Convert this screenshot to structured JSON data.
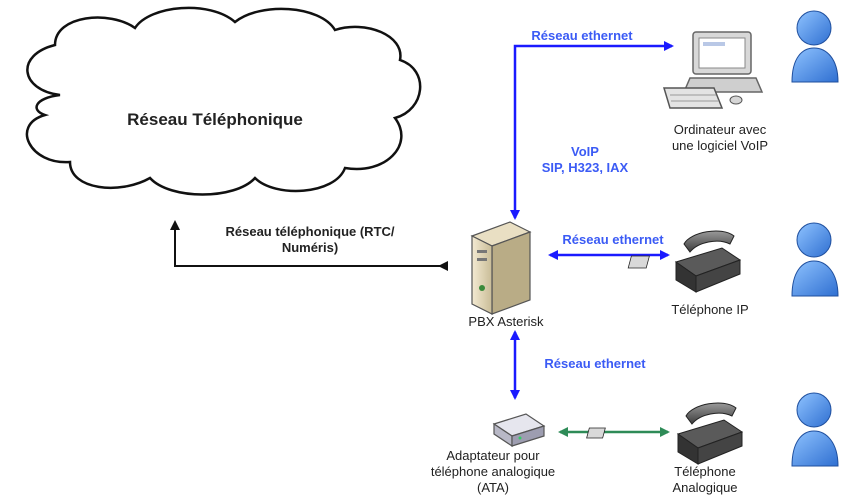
{
  "cloud": {
    "label": "Réseau Téléphonique"
  },
  "pstn_link": {
    "label_line1": "Réseau téléphonique (RTC/",
    "label_line2": "Numéris)"
  },
  "voip_protocols": {
    "line1": "VoIP",
    "line2": "SIP, H323, IAX"
  },
  "ethernet_labels": {
    "computer": "Réseau ethernet",
    "ip_phone": "Réseau ethernet",
    "ata": "Réseau ethernet"
  },
  "nodes": {
    "computer": {
      "line1": "Ordinateur avec",
      "line2": "une logiciel VoIP"
    },
    "pbx": {
      "label": "PBX Asterisk"
    },
    "ip_phone": {
      "label": "Téléphone IP"
    },
    "ata": {
      "line1": "Adaptateur pour",
      "line2": "téléphone analogique",
      "line3": "(ATA)"
    },
    "analog_phone": {
      "line1": "Téléphone",
      "line2": "Analogique"
    }
  },
  "colors": {
    "ethernet": "#1a1aff",
    "pstn": "#111111",
    "analog": "#2e8b57",
    "label_blue": "#3b5bf5"
  }
}
